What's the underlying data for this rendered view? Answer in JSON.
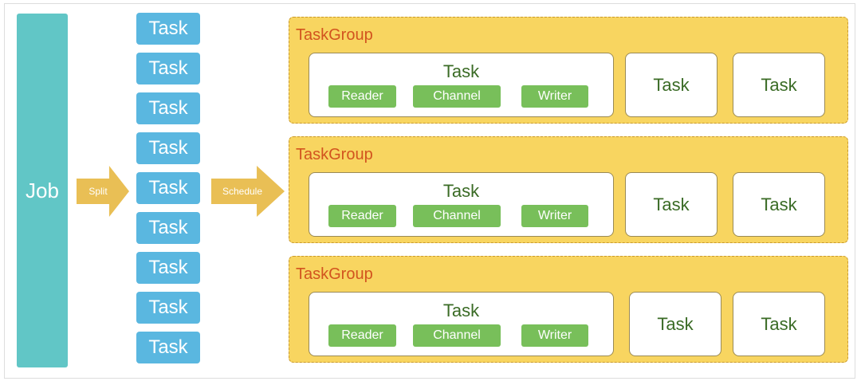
{
  "job": {
    "label": "Job"
  },
  "split_arrow": {
    "label": "Split"
  },
  "schedule_arrow": {
    "label": "Schedule"
  },
  "tasks": [
    "Task",
    "Task",
    "Task",
    "Task",
    "Task",
    "Task",
    "Task",
    "Task",
    "Task"
  ],
  "task_groups": [
    {
      "title": "TaskGroup",
      "main_task": {
        "title": "Task",
        "reader": "Reader",
        "channel": "Channel",
        "writer": "Writer"
      },
      "extra_tasks": [
        "Task",
        "Task"
      ]
    },
    {
      "title": "TaskGroup",
      "main_task": {
        "title": "Task",
        "reader": "Reader",
        "channel": "Channel",
        "writer": "Writer"
      },
      "extra_tasks": [
        "Task",
        "Task"
      ]
    },
    {
      "title": "TaskGroup",
      "main_task": {
        "title": "Task",
        "reader": "Reader",
        "channel": "Channel",
        "writer": "Writer"
      },
      "extra_tasks": [
        "Task",
        "Task"
      ]
    }
  ],
  "colors": {
    "job": "#61c6c6",
    "task": "#5ab7e0",
    "arrow": "#e9bf55",
    "task_group": "#f8d560",
    "task_group_title": "#d2541f",
    "component_chip": "#78bf5a",
    "task_text": "#3a6b25"
  }
}
